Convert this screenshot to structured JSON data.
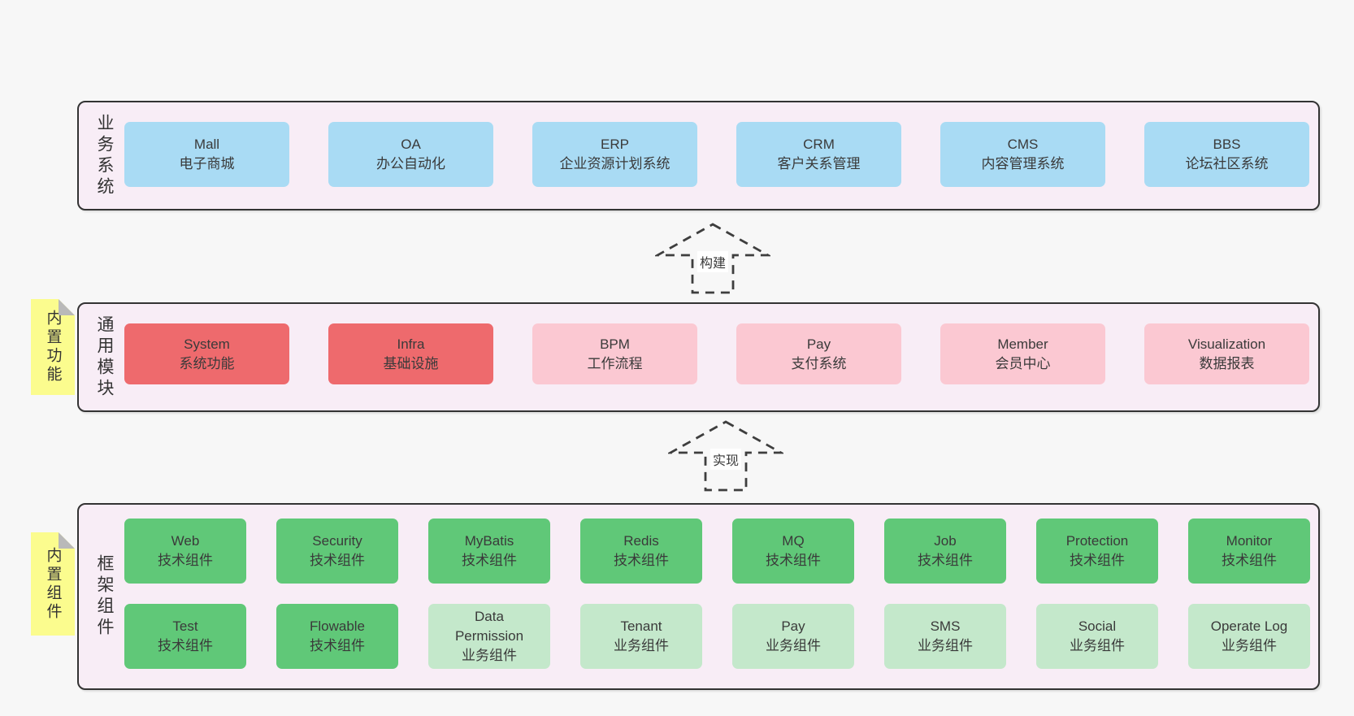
{
  "colors": {
    "page_bg": "#f7f7f7",
    "panel_bg": "#f8edf6",
    "panel_border": "#333333",
    "blue_box": "#a9dbf4",
    "red_box": "#ee6a6d",
    "pink_box": "#fbc8d2",
    "green_box": "#60c878",
    "light_green_box": "#c4e8cb",
    "sticky_yellow": "#fbfc8e",
    "sticky_fold_gray": "#b9b9b9",
    "text": "#3a3a3a"
  },
  "arrows": [
    {
      "label": "构建"
    },
    {
      "label": "实现"
    }
  ],
  "sections": {
    "business": {
      "label": "业务系统",
      "boxes": [
        {
          "name": "Mall",
          "subtitle": "电子商城",
          "type": "blue"
        },
        {
          "name": "OA",
          "subtitle": "办公自动化",
          "type": "blue"
        },
        {
          "name": "ERP",
          "subtitle": "企业资源计划系统",
          "type": "blue"
        },
        {
          "name": "CRM",
          "subtitle": "客户关系管理",
          "type": "blue"
        },
        {
          "name": "CMS",
          "subtitle": "内容管理系统",
          "type": "blue"
        },
        {
          "name": "BBS",
          "subtitle": "论坛社区系统",
          "type": "blue"
        }
      ]
    },
    "modules": {
      "label": "通用模块",
      "sticky": "内置功能",
      "boxes": [
        {
          "name": "System",
          "subtitle": "系统功能",
          "type": "red"
        },
        {
          "name": "Infra",
          "subtitle": "基础设施",
          "type": "red"
        },
        {
          "name": "BPM",
          "subtitle": "工作流程",
          "type": "pink"
        },
        {
          "name": "Pay",
          "subtitle": "支付系统",
          "type": "pink"
        },
        {
          "name": "Member",
          "subtitle": "会员中心",
          "type": "pink"
        },
        {
          "name": "Visualization",
          "subtitle": "数据报表",
          "type": "pink"
        }
      ]
    },
    "components": {
      "label": "框架组件",
      "sticky": "内置组件",
      "rows": [
        [
          {
            "name": "Web",
            "subtitle": "技术组件",
            "type": "green"
          },
          {
            "name": "Security",
            "subtitle": "技术组件",
            "type": "green"
          },
          {
            "name": "MyBatis",
            "subtitle": "技术组件",
            "type": "green"
          },
          {
            "name": "Redis",
            "subtitle": "技术组件",
            "type": "green"
          },
          {
            "name": "MQ",
            "subtitle": "技术组件",
            "type": "green"
          },
          {
            "name": "Job",
            "subtitle": "技术组件",
            "type": "green"
          },
          {
            "name": "Protection",
            "subtitle": "技术组件",
            "type": "green"
          },
          {
            "name": "Monitor",
            "subtitle": "技术组件",
            "type": "green"
          }
        ],
        [
          {
            "name": "Test",
            "subtitle": "技术组件",
            "type": "green"
          },
          {
            "name": "Flowable",
            "subtitle": "技术组件",
            "type": "green"
          },
          {
            "name": "Data\nPermission",
            "subtitle": "业务组件",
            "type": "lightgreen"
          },
          {
            "name": "Tenant",
            "subtitle": "业务组件",
            "type": "lightgreen"
          },
          {
            "name": "Pay",
            "subtitle": "业务组件",
            "type": "lightgreen"
          },
          {
            "name": "SMS",
            "subtitle": "业务组件",
            "type": "lightgreen"
          },
          {
            "name": "Social",
            "subtitle": "业务组件",
            "type": "lightgreen"
          },
          {
            "name": "Operate Log",
            "subtitle": "业务组件",
            "type": "lightgreen"
          }
        ]
      ]
    }
  }
}
